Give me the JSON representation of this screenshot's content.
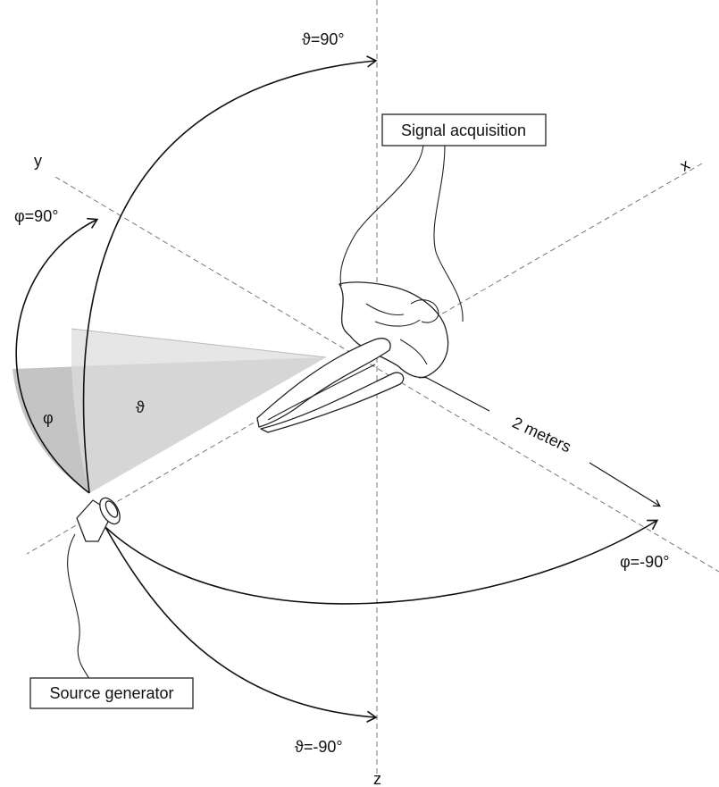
{
  "labels": {
    "theta_pos": "ϑ=90°",
    "theta_neg": "ϑ=-90°",
    "phi_pos": "φ=90°",
    "phi_neg": "φ=-90°",
    "phi": "φ",
    "theta": "ϑ",
    "distance": "2 meters",
    "axis_x": "x",
    "axis_y": "y",
    "axis_z": "z",
    "signal_acquisition": "Signal acquisition",
    "source_generator": "Source generator"
  }
}
